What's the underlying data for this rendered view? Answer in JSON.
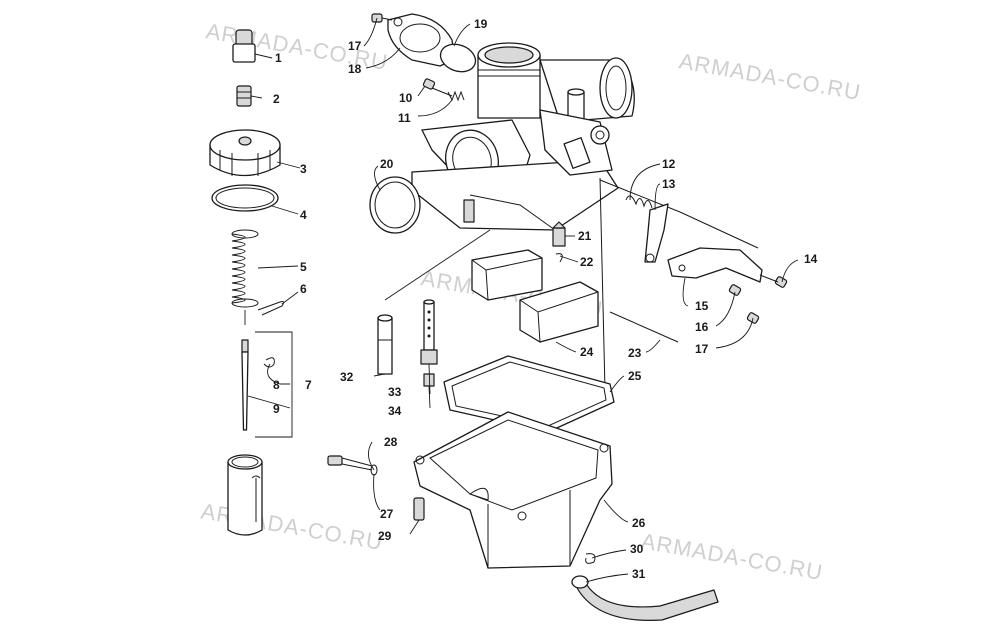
{
  "watermark": "ARMADA-CO.RU",
  "callouts": {
    "c1": "1",
    "c2": "2",
    "c3": "3",
    "c4": "4",
    "c5": "5",
    "c6": "6",
    "c7": "7",
    "c8": "8",
    "c9": "9",
    "c10": "10",
    "c11": "11",
    "c12": "12",
    "c13": "13",
    "c14": "14",
    "c15": "15",
    "c16": "16",
    "c17a": "17",
    "c17b": "17",
    "c18": "18",
    "c19": "19",
    "c20": "20",
    "c21": "21",
    "c22": "22",
    "c23": "23",
    "c24": "24",
    "c25": "25",
    "c26": "26",
    "c27": "27",
    "c28": "28",
    "c29": "29",
    "c30": "30",
    "c31": "31",
    "c32": "32",
    "c33": "33",
    "c34": "34"
  }
}
